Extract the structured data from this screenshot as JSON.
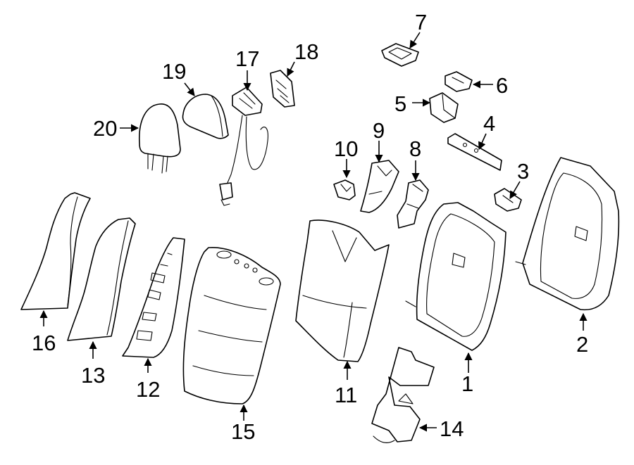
{
  "callouts": {
    "p1": "1",
    "p2": "2",
    "p3": "3",
    "p4": "4",
    "p5": "5",
    "p6": "6",
    "p7": "7",
    "p8": "8",
    "p9": "9",
    "p10": "10",
    "p11": "11",
    "p12": "12",
    "p13": "13",
    "p14": "14",
    "p15": "15",
    "p16": "16",
    "p17": "17",
    "p18": "18",
    "p19": "19",
    "p20": "20"
  },
  "colors": {
    "line": "#000000",
    "background": "#ffffff"
  }
}
